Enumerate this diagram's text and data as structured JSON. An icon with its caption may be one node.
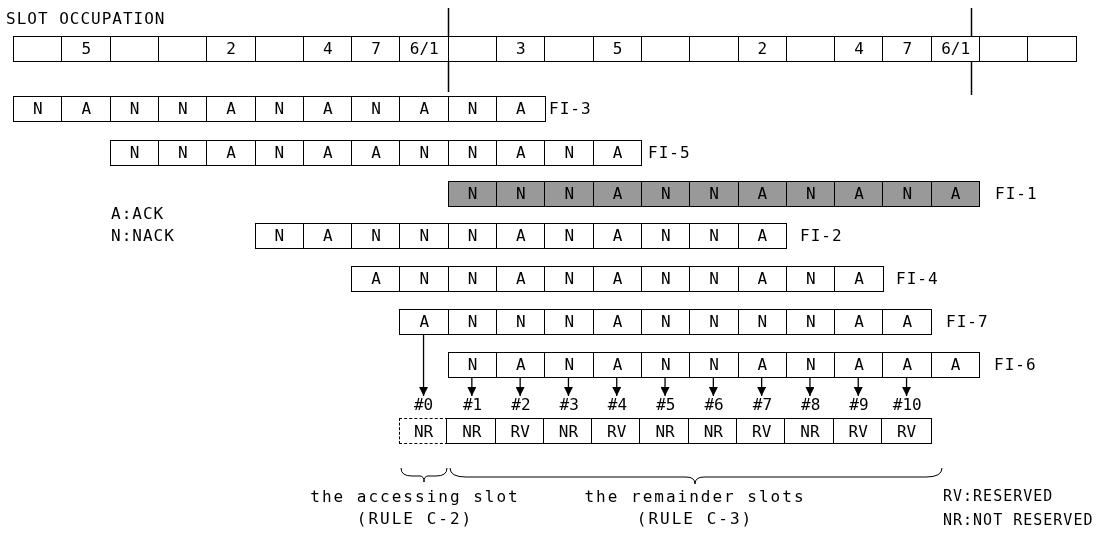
{
  "diagram": {
    "title": "SLOT OCCUPATION",
    "nodes": [
      {
        "text": [],
        "shape": "box"
      },
      {
        "text": [
          "5"
        ]
      },
      {
        "text": [],
        "shape": "box"
      },
      {
        "text": [],
        "shape": "box"
      },
      {
        "text": [
          "2"
        ]
      },
      {
        "text": [],
        "shape": "box"
      },
      {
        "text": [
          "4"
        ]
      },
      {
        "text": [
          "7"
        ]
      },
      {
        "text": [
          "6/1"
        ]
      },
      {
        "text": [],
        "shape": "box"
      },
      {
        "text": [
          "3"
        ]
      },
      {
        "text": [],
        "shape": "box"
      },
      {
        "text": [
          "5"
        ]
      },
      {
        "text": [],
        "shape": "box"
      },
      {
        "text": [],
        "shape": "box"
      },
      {
        "text": [
          "2"
        ]
      },
      {
        "text": [],
        "shape": "box"
      },
      {
        "text": [
          "4"
        ]
      },
      {
        "text": [
          "7"
        ]
      },
      {
        "text": [
          "6/1"
        ]
      },
      {
        "text": [],
        "shape": "box"
      },
      {
        "text": [],
        "shape": "box"
      },
      {
        "text": [
          "N"
        ]
      },
      {
        "text": [
          "A"
        ]
      },
      {
        "text": [
          "N"
        ]
      },
      {
        "text": [
          "N"
        ]
      },
      {
        "text": [
          "A"
        ]
      },
      {
        "text": [
          "N"
        ]
      },
      {
        "text": [
          "A"
        ]
      },
      {
        "text": [
          "N"
        ]
      },
      {
        "text": [
          "A"
        ]
      },
      {
        "text": [
          "N"
        ]
      },
      {
        "text": [
          "A"
        ]
      },
      {
        "text": [
          "N"
        ]
      },
      {
        "text": [
          "N"
        ]
      },
      {
        "text": [
          "A"
        ]
      },
      {
        "text": [
          "N"
        ]
      },
      {
        "text": [
          "A"
        ]
      },
      {
        "text": [
          "A"
        ]
      },
      {
        "text": [
          "N"
        ]
      },
      {
        "text": [
          "N"
        ]
      },
      {
        "text": [
          "A"
        ]
      },
      {
        "text": [
          "N"
        ]
      },
      {
        "text": [
          "A"
        ]
      },
      {
        "text": [
          "N"
        ]
      },
      {
        "text": [
          "N"
        ]
      },
      {
        "text": [
          "N"
        ]
      },
      {
        "text": [
          "A"
        ]
      },
      {
        "text": [
          "N"
        ]
      },
      {
        "text": [
          "N"
        ]
      },
      {
        "text": [
          "A"
        ]
      },
      {
        "text": [
          "N"
        ]
      },
      {
        "text": [
          "A"
        ]
      },
      {
        "text": [
          "N"
        ]
      },
      {
        "text": [
          "A"
        ]
      },
      {
        "text": [
          "N"
        ]
      },
      {
        "text": [
          "A"
        ]
      },
      {
        "text": [
          "N"
        ]
      },
      {
        "text": [
          "N"
        ]
      },
      {
        "text": [
          "N"
        ]
      },
      {
        "text": [
          "A"
        ]
      },
      {
        "text": [
          "N"
        ]
      },
      {
        "text": [
          "A"
        ]
      },
      {
        "text": [
          "N"
        ]
      },
      {
        "text": [
          "N"
        ]
      },
      {
        "text": [
          "A"
        ]
      },
      {
        "text": [
          "A"
        ]
      },
      {
        "text": [
          "N"
        ]
      },
      {
        "text": [
          "N"
        ]
      },
      {
        "text": [
          "A"
        ]
      },
      {
        "text": [
          "N"
        ]
      },
      {
        "text": [
          "A"
        ]
      },
      {
        "text": [
          "N"
        ]
      },
      {
        "text": [
          "N"
        ]
      },
      {
        "text": [
          "A"
        ]
      },
      {
        "text": [
          "N"
        ]
      },
      {
        "text": [
          "A"
        ]
      },
      {
        "text": [
          "A"
        ]
      },
      {
        "text": [
          "N"
        ]
      },
      {
        "text": [
          "N"
        ]
      },
      {
        "text": [
          "N"
        ]
      },
      {
        "text": [
          "A"
        ]
      },
      {
        "text": [
          "N"
        ]
      },
      {
        "text": [
          "N"
        ]
      },
      {
        "text": [
          "N"
        ]
      },
      {
        "text": [
          "N"
        ]
      },
      {
        "text": [
          "A"
        ]
      },
      {
        "text": [
          "A"
        ]
      },
      {
        "text": [
          "N"
        ]
      },
      {
        "text": [
          "A"
        ]
      },
      {
        "text": [
          "N"
        ]
      },
      {
        "text": [
          "A"
        ]
      },
      {
        "text": [
          "N"
        ]
      },
      {
        "text": [
          "N"
        ]
      },
      {
        "text": [
          "A"
        ]
      },
      {
        "text": [
          "N"
        ]
      },
      {
        "text": [
          "A"
        ]
      },
      {
        "text": [
          "A"
        ]
      },
      {
        "text": [
          "A"
        ]
      },
      {
        "text": [
          "#0",
          "NR"
        ]
      },
      {
        "text": [
          "#1",
          "NR"
        ]
      },
      {
        "text": [
          "#2",
          "RV"
        ]
      },
      {
        "text": [
          "#3",
          "NR"
        ]
      },
      {
        "text": [
          "#4",
          "RV"
        ]
      },
      {
        "text": [
          "#5",
          "NR"
        ]
      },
      {
        "text": [
          "#6",
          "NR"
        ]
      },
      {
        "text": [
          "#7",
          "RV"
        ]
      },
      {
        "text": [
          "#8",
          "NR"
        ]
      },
      {
        "text": [
          "#9",
          "RV"
        ]
      },
      {
        "text": [
          "#10",
          "RV"
        ]
      }
    ],
    "edges": [
      {
        "from": 77,
        "to": 99,
        "arrow": "to"
      },
      {
        "from": 88,
        "to": 100,
        "arrow": "to"
      },
      {
        "from": 89,
        "to": 101,
        "arrow": "to"
      },
      {
        "from": 90,
        "to": 102,
        "arrow": "to"
      },
      {
        "from": 91,
        "to": 103,
        "arrow": "to"
      },
      {
        "from": 92,
        "to": 104,
        "arrow": "to"
      },
      {
        "from": 93,
        "to": 105,
        "arrow": "to"
      },
      {
        "from": 94,
        "to": 106,
        "arrow": "to"
      },
      {
        "from": 95,
        "to": 107,
        "arrow": "to"
      },
      {
        "from": 96,
        "to": 108,
        "arrow": "to"
      },
      {
        "from": 97,
        "to": 109,
        "arrow": "to"
      }
    ],
    "labels": [
      "FI-3",
      "FI-5",
      "FI-1",
      "A:ACK",
      "FI-2",
      "N:NACK",
      "FI-4",
      "FI-7",
      "FI-6",
      "the accessing slot (RULE C-2)",
      "the remainder slots (RULE C-3)",
      "RV:RESERVED",
      "NR:NOT RESERVED"
    ]
  }
}
